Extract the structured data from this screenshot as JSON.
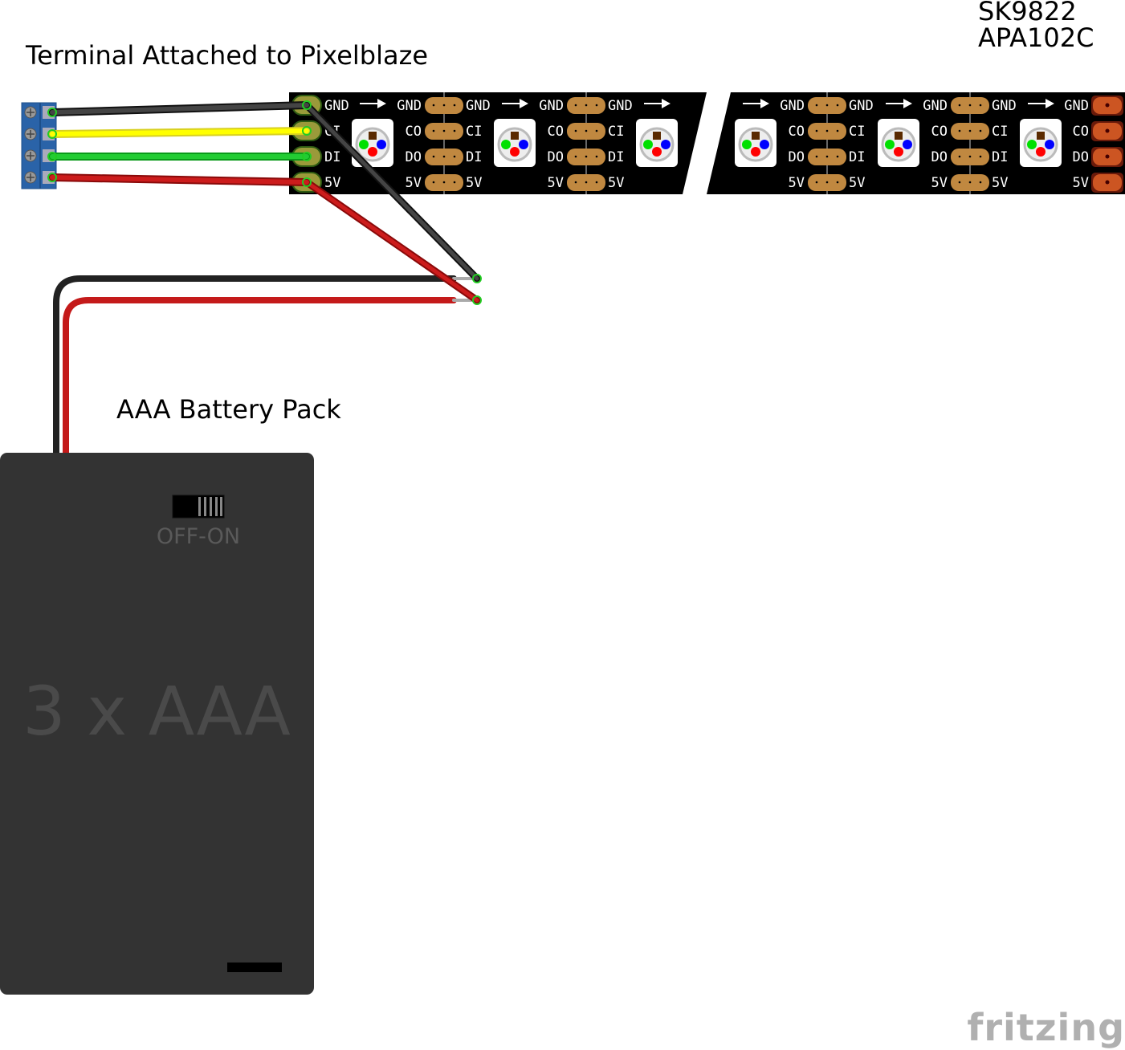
{
  "labels": {
    "terminal": "Terminal Attached to Pixelblaze",
    "strip_type_line1": "SK9822",
    "strip_type_line2": "APA102C",
    "battery": "AAA Battery Pack",
    "battery_switch": "OFF-ON",
    "battery_cells": "3 x AAA",
    "logo": "fritzing"
  },
  "strip": {
    "input_pins": [
      "GND",
      "CI",
      "DI",
      "5V"
    ],
    "output_pins": [
      "GND",
      "CO",
      "DO",
      "5V"
    ],
    "segments": 2,
    "leds_per_segment": 3
  },
  "wires": [
    {
      "name": "gnd-wire",
      "color": "#3a3a3a"
    },
    {
      "name": "clock-wire",
      "color": "#f5f000"
    },
    {
      "name": "data-wire",
      "color": "#1fbf2a"
    },
    {
      "name": "power-wire",
      "color": "#c41a1a"
    }
  ],
  "colors": {
    "strip": "#000000",
    "pad": "#c08840",
    "end_pad": "#cc5522",
    "battery": "#333333"
  }
}
